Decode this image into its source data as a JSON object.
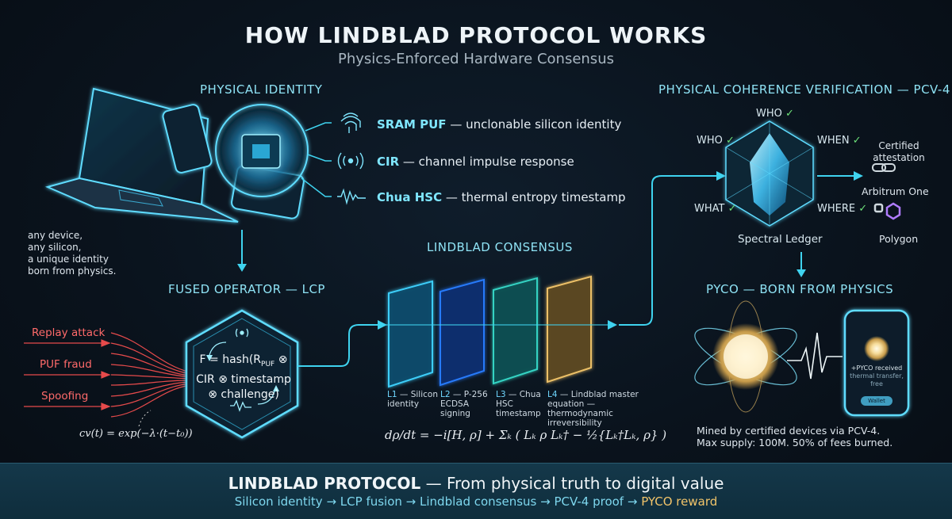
{
  "header": {
    "title": "HOW LINDBLAD PROTOCOL WORKS",
    "subtitle": "Physics-Enforced Hardware Consensus"
  },
  "physical_identity": {
    "title": "PHYSICAL IDENTITY",
    "features": [
      {
        "name": "SRAM PUF",
        "desc": " — unclonable silicon identity",
        "icon": "fingerprint-icon"
      },
      {
        "name": "CIR",
        "desc": " — channel impulse response",
        "icon": "signal-icon"
      },
      {
        "name": "Chua HSC",
        "desc": " — thermal entropy timestamp",
        "icon": "waveform-icon"
      }
    ],
    "note_lines": [
      "any device,",
      "any silicon,",
      "a unique identity",
      "born from physics."
    ]
  },
  "fused_operator": {
    "title": "FUSED OPERATOR — LCP",
    "formula_lines": [
      "F = hash(R",
      "PUF",
      " ⊗",
      "CIR ⊗ timestamp",
      "⊗ challenge)"
    ],
    "attacks": [
      "Replay attack",
      "PUF fraud",
      "Spoofing"
    ],
    "decay_formula": "cv(t) = exp(−λ·(t−t₀))"
  },
  "consensus": {
    "title": "LINDBLAD CONSENSUS",
    "layers": [
      {
        "id": "L1",
        "text": " — Silicon",
        "line2": "identity",
        "line3": "",
        "color": "#28c4ff"
      },
      {
        "id": "L2",
        "text": " — P-256",
        "line2": "ECDSA signing",
        "line3": "",
        "color": "#1f7bff"
      },
      {
        "id": "L3",
        "text": " — Chua HSC",
        "line2": "timestamp",
        "line3": "",
        "color": "#28d8c8"
      },
      {
        "id": "L4",
        "text": " — Lindblad master",
        "line2": "equation — thermodynamic",
        "line3": "irreversibility",
        "color": "#f2c46a"
      }
    ],
    "master_equation": "dρ/dt = −i[H, ρ] + Σₖ ( Lₖ ρ Lₖ† − ½{Lₖ†Lₖ, ρ} )"
  },
  "pcv": {
    "title": "PHYSICAL COHERENCE VERIFICATION — PCV-4",
    "who_top": "WHO",
    "who_left": "WHO",
    "when": "WHEN",
    "what": "WHAT",
    "where": "WHERE",
    "check": "✓",
    "center_label": "Spectral Ledger",
    "certified": [
      "Certified",
      "attestation"
    ],
    "chains": [
      "Arbitrum One",
      "Polygon"
    ]
  },
  "pyco": {
    "title": "PYCO — BORN FROM PHYSICS",
    "phone_lines": [
      "+PYCO received",
      "thermal transfer, free"
    ],
    "wallet_button": "Wallet",
    "notes": [
      "Mined by certified devices via PCV-4.",
      "Max supply: 100M. 50% of fees burned."
    ]
  },
  "footer": {
    "main_bold": "LINDBLAD PROTOCOL",
    "main_rest": " — From physical truth to digital value",
    "flow": [
      "Silicon identity",
      "LCP fusion",
      "Lindblad consensus",
      "PCV-4 proof",
      "PYCO reward"
    ],
    "arrow": " → "
  },
  "colors": {
    "accent": "#2fd4f5",
    "attack": "#ff5151",
    "gold": "#f2c46a",
    "check": "#6ee27a"
  }
}
